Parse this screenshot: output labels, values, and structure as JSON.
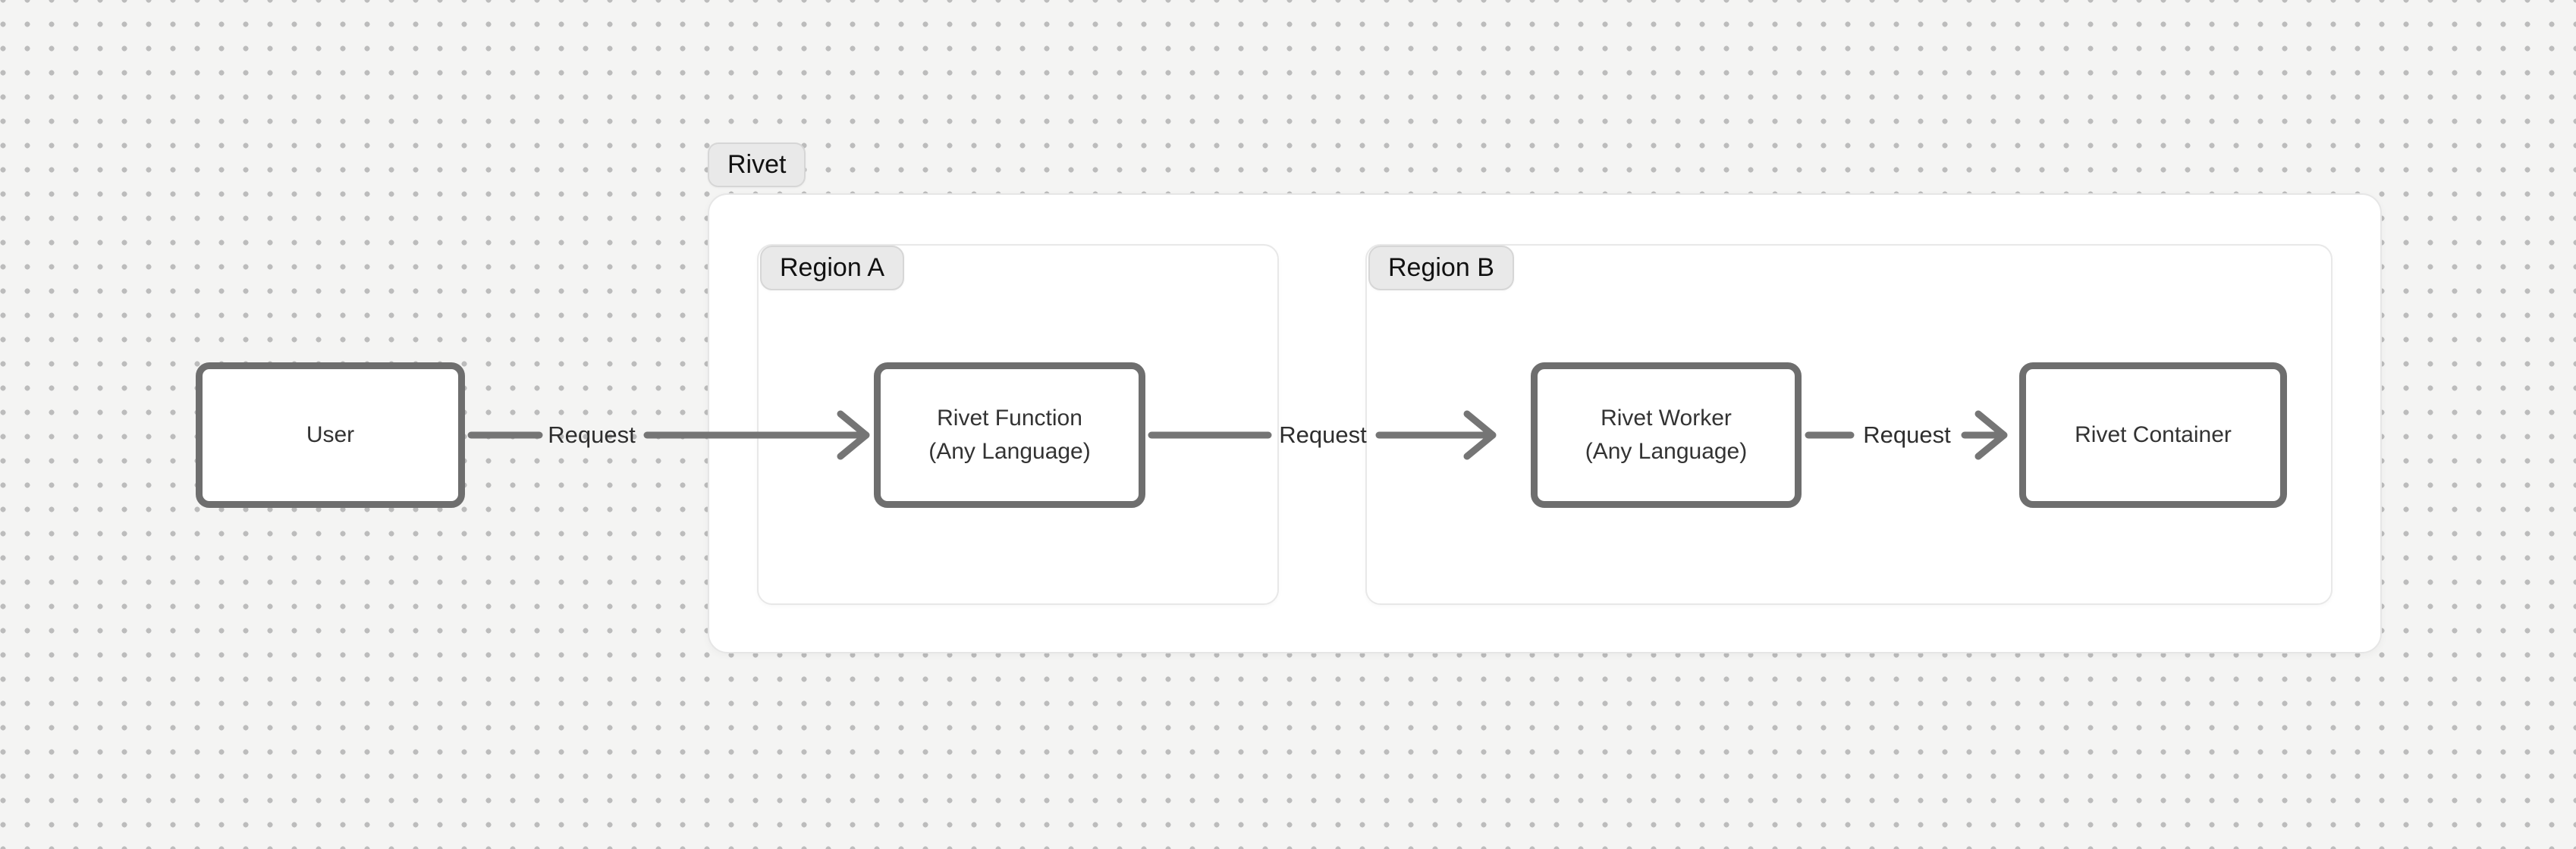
{
  "canvas": {
    "background_color": "#f4f4f3",
    "dot_color": "#bcbcbc"
  },
  "diagram": {
    "group": {
      "label": "Rivet"
    },
    "regions": [
      {
        "id": "region-a",
        "label": "Region A"
      },
      {
        "id": "region-b",
        "label": "Region B"
      }
    ],
    "nodes": [
      {
        "id": "user",
        "label": "User",
        "sublabel": ""
      },
      {
        "id": "rivet-function",
        "label": "Rivet Function",
        "sublabel": "(Any Language)"
      },
      {
        "id": "rivet-worker",
        "label": "Rivet Worker",
        "sublabel": "(Any Language)"
      },
      {
        "id": "rivet-container",
        "label": "Rivet Container",
        "sublabel": ""
      }
    ],
    "edges": [
      {
        "from": "user",
        "to": "rivet-function",
        "label": "Request"
      },
      {
        "from": "rivet-function",
        "to": "rivet-worker",
        "label": "Request"
      },
      {
        "from": "rivet-worker",
        "to": "rivet-container",
        "label": "Request"
      }
    ],
    "colors": {
      "node_border": "#6e6e6e",
      "arrow": "#757575",
      "group_border": "#e6e6e6",
      "badge_background": "#e9e9e9",
      "badge_border": "#d6d6d6"
    }
  }
}
